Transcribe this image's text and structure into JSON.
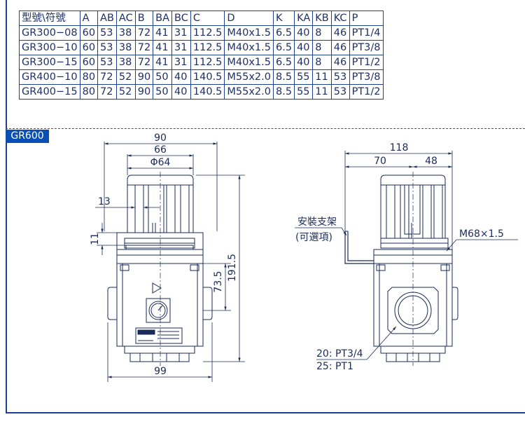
{
  "table": {
    "headers": [
      "型號\\符號",
      "A",
      "AB",
      "AC",
      "B",
      "BA",
      "BC",
      "C",
      "D",
      "K",
      "KA",
      "KB",
      "KC",
      "P"
    ],
    "rows": [
      [
        "GR300−08",
        "60",
        "53",
        "38",
        "72",
        "41",
        "31",
        "112.5",
        "M40x1.5",
        "6.5",
        "40",
        "8",
        "46",
        "PT1/4"
      ],
      [
        "GR300−10",
        "60",
        "53",
        "38",
        "72",
        "41",
        "31",
        "112.5",
        "M40x1.5",
        "6.5",
        "40",
        "8",
        "46",
        "PT3/8"
      ],
      [
        "GR300−15",
        "60",
        "53",
        "38",
        "72",
        "41",
        "31",
        "112.5",
        "M40x1.5",
        "6.5",
        "40",
        "8",
        "46",
        "PT1/2"
      ],
      [
        "GR400−10",
        "80",
        "72",
        "52",
        "90",
        "50",
        "40",
        "140.5",
        "M55x2.0",
        "8.5",
        "55",
        "11",
        "53",
        "PT3/8"
      ],
      [
        "GR400−15",
        "80",
        "72",
        "52",
        "90",
        "50",
        "40",
        "140.5",
        "M55x2.0",
        "8.5",
        "55",
        "11",
        "53",
        "PT1/2"
      ]
    ]
  },
  "model_tag": "GR600",
  "front": {
    "dim_top_90": "90",
    "dim_66": "66",
    "dim_phi64": "Φ64",
    "dim_13": "13",
    "dim_11": "11",
    "dim_73_5": "73.5",
    "dim_191_5": "191.5",
    "dim_99": "99"
  },
  "side": {
    "dim_118": "118",
    "dim_70": "70",
    "dim_48": "48",
    "bracket_label": "安裝支架",
    "bracket_sub": "(可選項)",
    "thread_label": "M68×1.5",
    "port_20": "20: PT3/4",
    "port_25": "25: PT1"
  },
  "colors": {
    "border": "#1f3f8f",
    "tag_bg": "#0a50b4",
    "line": "#1a2a5a"
  }
}
